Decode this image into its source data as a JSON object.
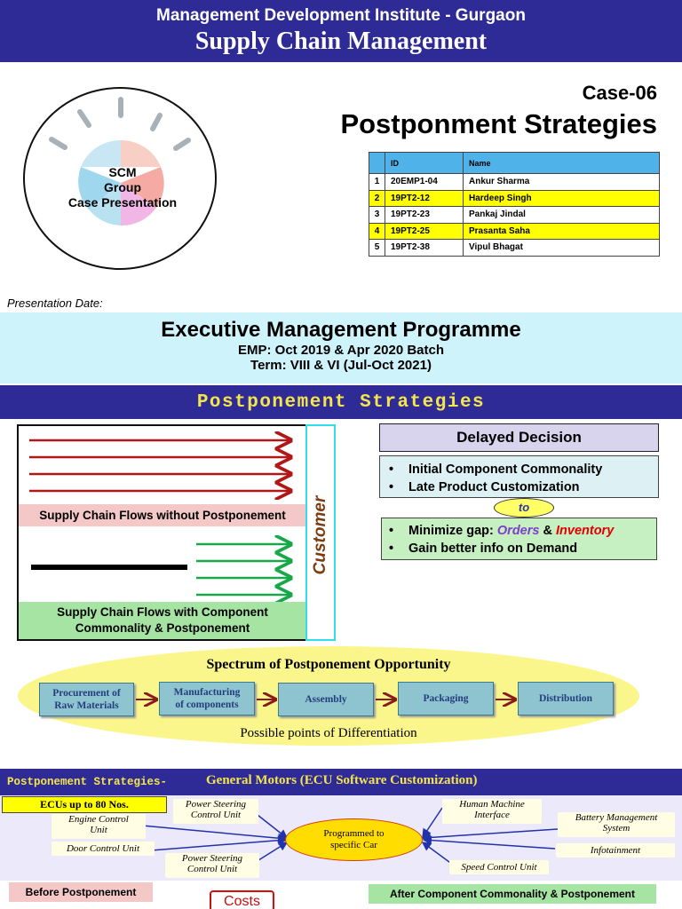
{
  "header": {
    "institute": "Management Development Institute - Gurgaon",
    "course": "Supply Chain Management"
  },
  "logo": {
    "line1": "SCM",
    "line2": "Group",
    "line3": "Case Presentation"
  },
  "case": {
    "number": "Case-06",
    "title": "Postponment Strategies"
  },
  "team": {
    "headers": [
      "",
      "ID",
      "Name"
    ],
    "rows": [
      {
        "no": "1",
        "id": "20EMP1-04",
        "name": "Ankur Sharma",
        "highlight": false
      },
      {
        "no": "2",
        "id": "19PT2-12",
        "name": "Hardeep Singh",
        "highlight": true
      },
      {
        "no": "3",
        "id": "19PT2-23",
        "name": "Pankaj Jindal",
        "highlight": false
      },
      {
        "no": "4",
        "id": "19PT2-25",
        "name": "Prasanta Saha",
        "highlight": true
      },
      {
        "no": "5",
        "id": "19PT2-38",
        "name": "Vipul Bhagat",
        "highlight": false
      }
    ],
    "highlight_color": "#ffff00",
    "header_color": "#4fb2e8"
  },
  "presentation_date_label": "Presentation Date:",
  "programme": {
    "title": "Executive Management Programme",
    "batch": "EMP: Oct 2019 & Apr 2020 Batch",
    "term": "Term: VIII & VI (Jul-Oct 2021)"
  },
  "section1": {
    "title": "Postponement Strategies"
  },
  "flows": {
    "without_label": "Supply Chain Flows without Postponement",
    "with_label_1": "Supply Chain Flows with Component",
    "with_label_2": "Commonality & Postponement",
    "customer": "Customer"
  },
  "decision": {
    "title": "Delayed Decision",
    "from_items": [
      "Initial Component Commonality",
      "Late Product Customization"
    ],
    "connector": "to",
    "to_item1_prefix": "Minimize gap: ",
    "to_item1_orders": "Orders",
    "to_item1_amp": " & ",
    "to_item1_inventory": "Inventory",
    "to_item2": "Gain better info on Demand"
  },
  "spectrum": {
    "title": "Spectrum of Postponement Opportunity",
    "stages": [
      {
        "line1": "Procurement of",
        "line2": "Raw Materials"
      },
      {
        "line1": "Manufacturing",
        "line2": "of components"
      },
      {
        "line1": "Assembly",
        "line2": ""
      },
      {
        "line1": "Packaging",
        "line2": ""
      },
      {
        "line1": "Distribution",
        "line2": ""
      }
    ],
    "footer": "Possible points of Differentiation"
  },
  "section2": {
    "title_prefix": "Postponement Strategies-",
    "title_main": "General Motors (ECU Software Customization)"
  },
  "gm": {
    "ecus": "ECUs up to 80 Nos.",
    "left_units": [
      {
        "line1": "Engine Control",
        "line2": "Unit"
      },
      {
        "line1": "Door Control Unit",
        "line2": ""
      },
      {
        "line1": "Power Steering",
        "line2": "Control Unit"
      },
      {
        "line1": "Power Steering",
        "line2": "Control Unit"
      }
    ],
    "center_line1": "Programmed to",
    "center_line2": "specific Car",
    "right_units": [
      {
        "line1": "Human Machine",
        "line2": "Interface"
      },
      {
        "line1": "Battery Management",
        "line2": "System"
      },
      {
        "line1": "Infotainment",
        "line2": ""
      },
      {
        "line1": "Speed Control Unit",
        "line2": ""
      }
    ]
  },
  "bottom": {
    "before": "Before Postponement",
    "costs": "Costs",
    "after": "After Component Commonality & Postponement"
  },
  "colors": {
    "banner": "#2f2b96",
    "banner_text": "#f5e54c",
    "programme_bg": "#cff3fb",
    "red_arrow": "#b01818",
    "green_arrow": "#18a84a"
  }
}
